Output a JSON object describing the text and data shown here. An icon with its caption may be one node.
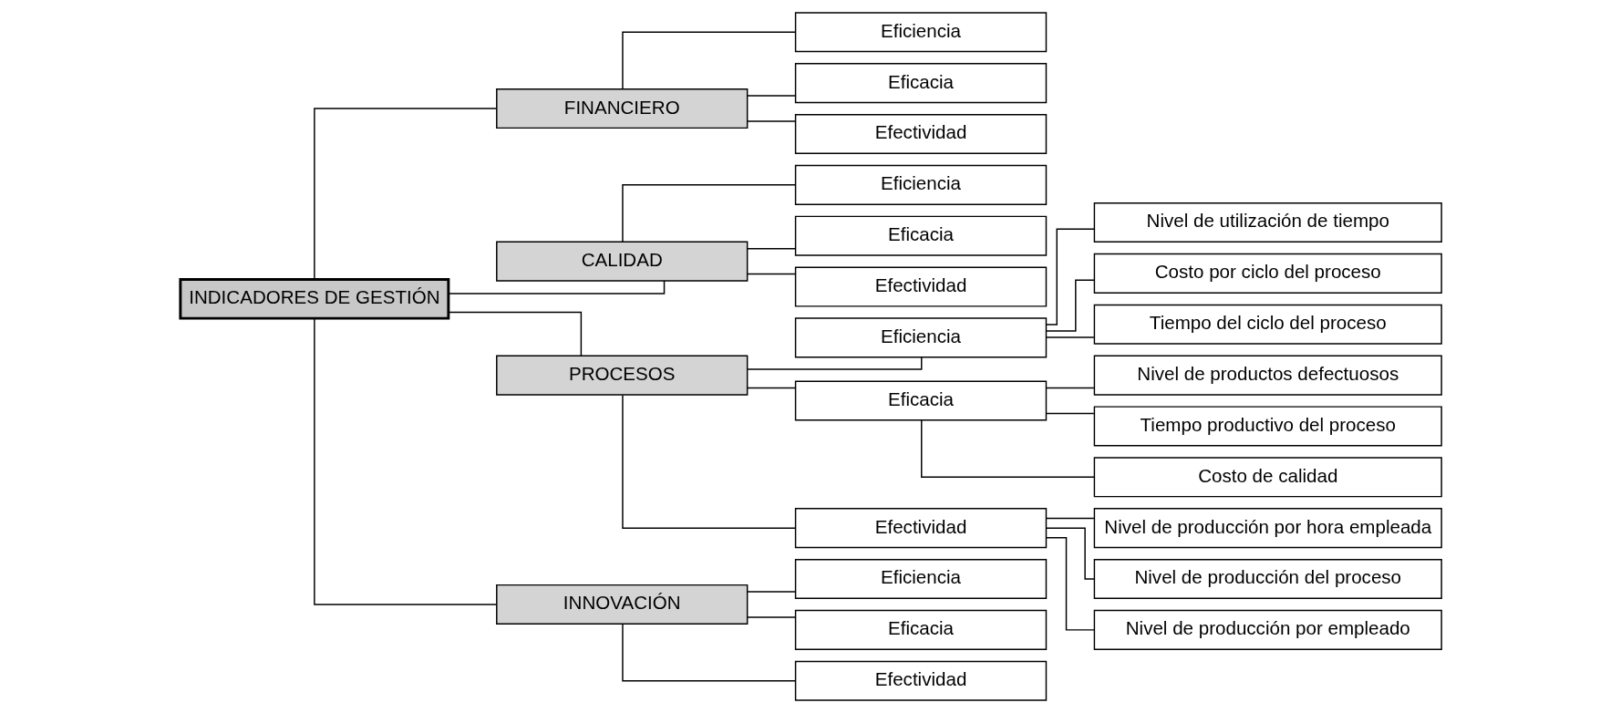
{
  "diagram": {
    "nodes": [
      {
        "text": [
          "INDICADORES DE GESTIÓN"
        ]
      },
      {
        "text": [
          "FINANCIERO"
        ]
      },
      {
        "text": [
          "Eficiencia"
        ]
      },
      {
        "text": [
          "Eficacia"
        ]
      },
      {
        "text": [
          "Efectividad"
        ]
      },
      {
        "text": [
          "CALIDAD"
        ]
      },
      {
        "text": [
          "Eficiencia"
        ]
      },
      {
        "text": [
          "Eficacia"
        ]
      },
      {
        "text": [
          "Efectividad"
        ]
      },
      {
        "text": [
          "PROCESOS"
        ]
      },
      {
        "text": [
          "Eficiencia"
        ]
      },
      {
        "text": [
          "Nivel de utilización de tiempo"
        ]
      },
      {
        "text": [
          "Costo por ciclo del proceso"
        ]
      },
      {
        "text": [
          "Tiempo del ciclo del proceso"
        ]
      },
      {
        "text": [
          "Eficacia"
        ]
      },
      {
        "text": [
          "Nivel de productos defectuosos"
        ]
      },
      {
        "text": [
          "Tiempo productivo del proceso"
        ]
      },
      {
        "text": [
          "Costo de calidad"
        ]
      },
      {
        "text": [
          "Efectividad"
        ]
      },
      {
        "text": [
          "Nivel de producción por hora empleada"
        ]
      },
      {
        "text": [
          "Nivel de producción del proceso"
        ]
      },
      {
        "text": [
          "Nivel de producción por empleado"
        ]
      },
      {
        "text": [
          "INNOVACIÓN"
        ]
      },
      {
        "text": [
          "Eficiencia"
        ]
      },
      {
        "text": [
          "Eficacia"
        ]
      },
      {
        "text": [
          "Efectividad"
        ]
      }
    ],
    "edges": [
      {
        "from": 0,
        "to": 1,
        "arrow": "none"
      },
      {
        "from": 0,
        "to": 5,
        "arrow": "none"
      },
      {
        "from": 0,
        "to": 9,
        "arrow": "none"
      },
      {
        "from": 0,
        "to": 22,
        "arrow": "none"
      },
      {
        "from": 1,
        "to": 2,
        "arrow": "none"
      },
      {
        "from": 1,
        "to": 3,
        "arrow": "none"
      },
      {
        "from": 1,
        "to": 4,
        "arrow": "none"
      },
      {
        "from": 5,
        "to": 6,
        "arrow": "none"
      },
      {
        "from": 5,
        "to": 7,
        "arrow": "none"
      },
      {
        "from": 5,
        "to": 8,
        "arrow": "none"
      },
      {
        "from": 9,
        "to": 10,
        "arrow": "none"
      },
      {
        "from": 9,
        "to": 14,
        "arrow": "none"
      },
      {
        "from": 9,
        "to": 18,
        "arrow": "none"
      },
      {
        "from": 10,
        "to": 11,
        "arrow": "none"
      },
      {
        "from": 10,
        "to": 12,
        "arrow": "none"
      },
      {
        "from": 10,
        "to": 13,
        "arrow": "none"
      },
      {
        "from": 14,
        "to": 15,
        "arrow": "none"
      },
      {
        "from": 14,
        "to": 16,
        "arrow": "none"
      },
      {
        "from": 14,
        "to": 17,
        "arrow": "none"
      },
      {
        "from": 18,
        "to": 19,
        "arrow": "none"
      },
      {
        "from": 18,
        "to": 20,
        "arrow": "none"
      },
      {
        "from": 18,
        "to": 21,
        "arrow": "none"
      },
      {
        "from": 22,
        "to": 23,
        "arrow": "none"
      },
      {
        "from": 22,
        "to": 24,
        "arrow": "none"
      },
      {
        "from": 22,
        "to": 25,
        "arrow": "none"
      }
    ]
  }
}
